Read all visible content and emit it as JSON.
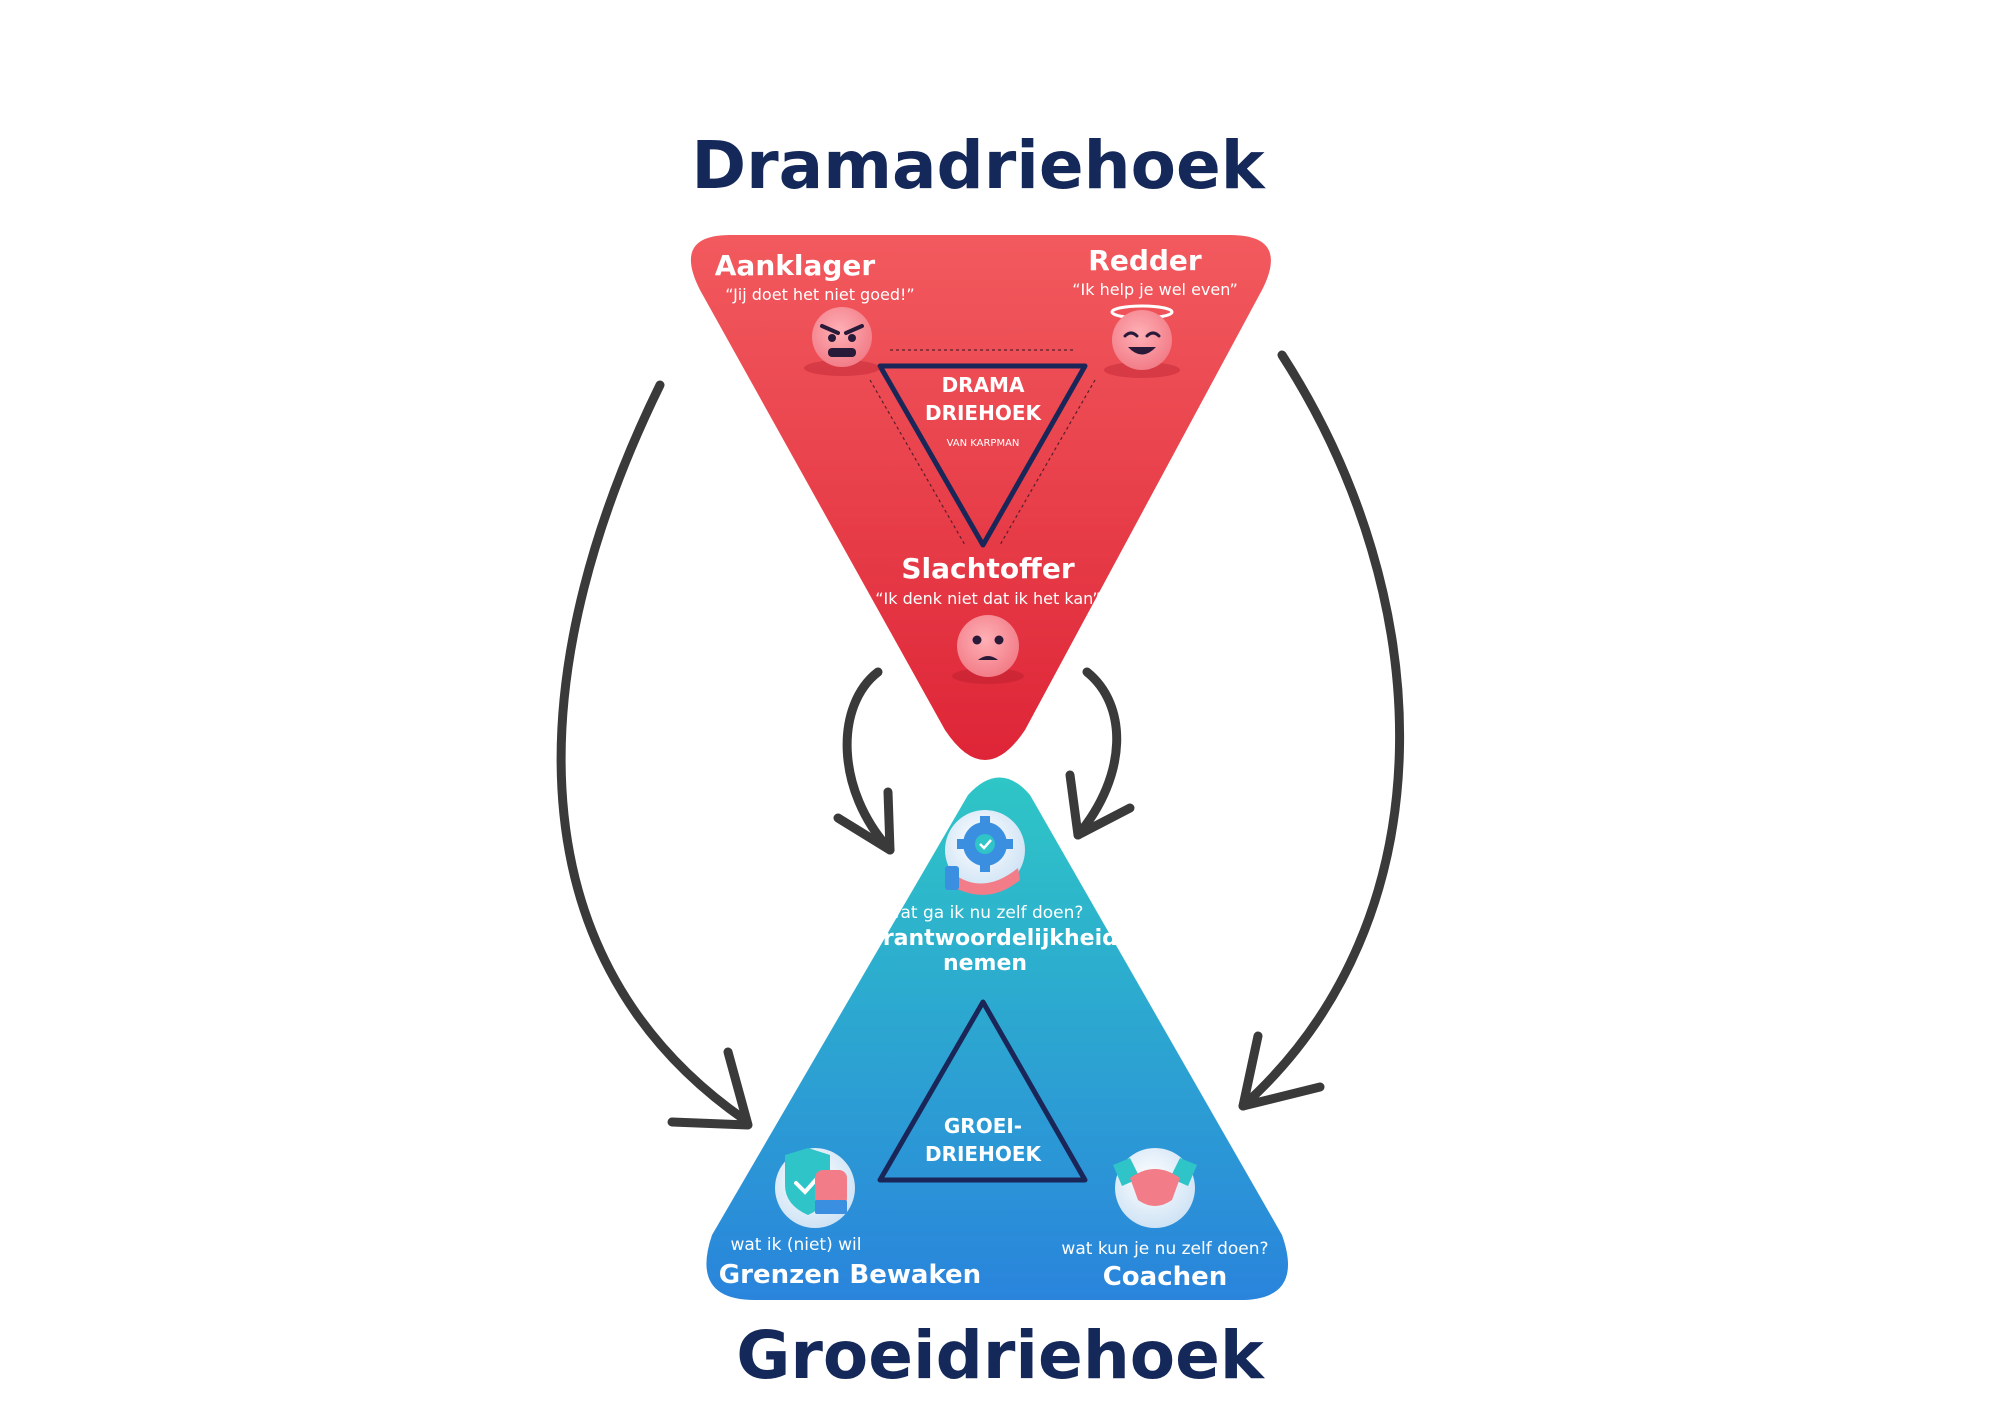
{
  "drama": {
    "title": "Dramadriehoek",
    "inner_line1": "DRAMA",
    "inner_line2": "DRIEHOEK",
    "inner_sub": "VAN KARPMAN",
    "roles": [
      {
        "name": "Aanklager",
        "quote": "“Jij doet het niet goed!”",
        "face": "angry-face-icon"
      },
      {
        "name": "Redder",
        "quote": "“Ik help je wel even”",
        "face": "angel-face-icon"
      },
      {
        "name": "Slachtoffer",
        "quote": "“Ik denk niet dat ik het kan”",
        "face": "sad-face-icon"
      }
    ]
  },
  "growth": {
    "title": "Groeidriehoek",
    "inner_line1": "GROEI-",
    "inner_line2": "DRIEHOEK",
    "roles": [
      {
        "question": "wat ga ik nu zelf doen?",
        "name_line1": "Verantwoordelijkheid",
        "name_line2": "nemen",
        "icon": "gear-hand-icon"
      },
      {
        "question": "wat ik (niet) wil",
        "name_line1": "Grenzen Bewaken",
        "icon": "shield-fist-icon"
      },
      {
        "question": "wat kun je nu zelf doen?",
        "name_line1": "Coachen",
        "icon": "handshake-icon"
      }
    ]
  },
  "colors": {
    "drama_top": "#f25a5e",
    "drama_bottom": "#e0283a",
    "growth_top": "#2ec4c8",
    "growth_bottom": "#2a86dc",
    "title": "#14285a",
    "arrow": "#3a3a3a"
  }
}
